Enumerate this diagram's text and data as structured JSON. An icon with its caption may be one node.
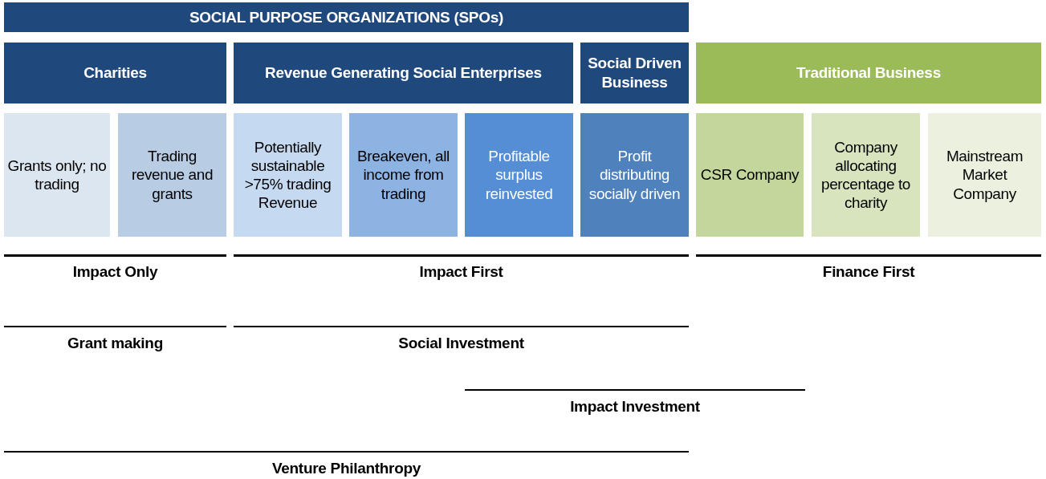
{
  "diagram": {
    "nodes": [
      {
        "text": [
          "SOCIAL PURPOSE ORGANIZATIONS (SPOs)"
        ]
      },
      {
        "text": [
          "Charities"
        ]
      },
      {
        "text": [
          "Revenue Generating Social Enterprises"
        ]
      },
      {
        "text": [
          "Social Driven Business"
        ]
      },
      {
        "text": [
          "Traditional Business"
        ]
      },
      {
        "text": [
          "Grants only; no trading"
        ]
      },
      {
        "text": [
          "Trading revenue and grants"
        ]
      },
      {
        "text": [
          "Potentially sustainable >75% trading Revenue"
        ]
      },
      {
        "text": [
          "Breakeven, all income from trading"
        ]
      },
      {
        "text": [
          "Profitable surplus reinvested"
        ]
      },
      {
        "text": [
          "Profit distributing socially driven"
        ]
      },
      {
        "text": [
          "CSR Company"
        ]
      },
      {
        "text": [
          "Company allocating percentage to charity"
        ]
      },
      {
        "text": [
          "Mainstream Market Company"
        ]
      }
    ],
    "labels": [
      "Impact Only",
      "Impact First",
      "Finance First",
      "Grant making",
      "Social Investment",
      "Impact Investment",
      "Venture Philanthropy"
    ]
  }
}
